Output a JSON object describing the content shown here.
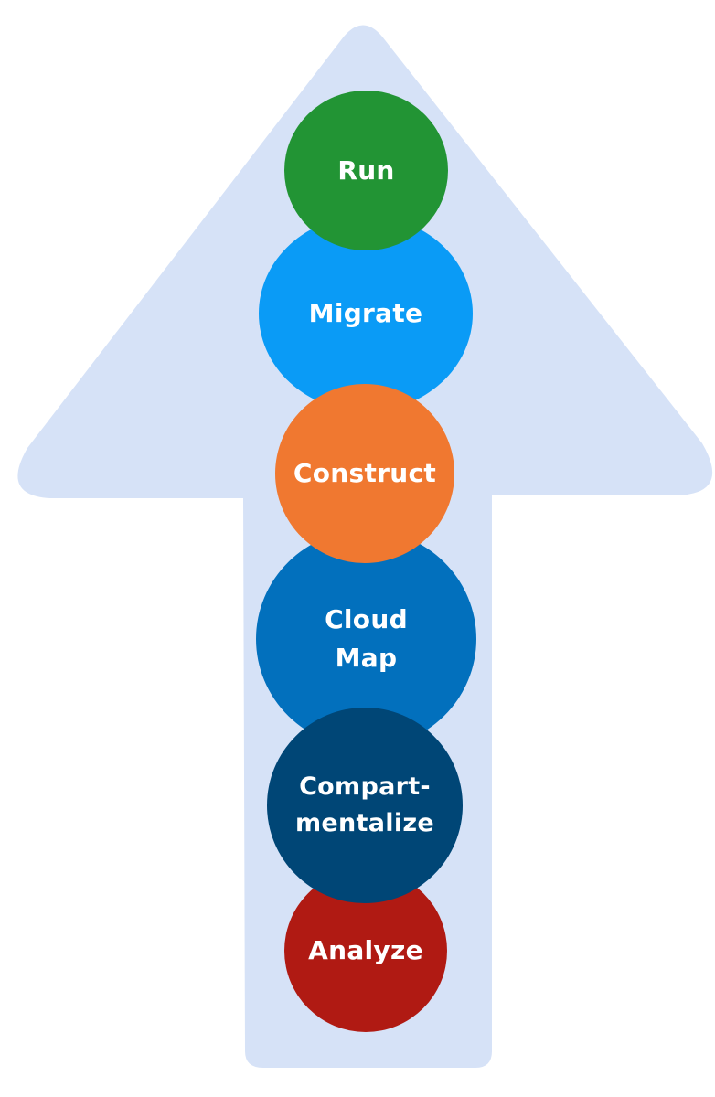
{
  "diagram": {
    "arrow_color": "#d6e2f7",
    "stages": [
      {
        "id": "run",
        "label": "Run",
        "color": "#229434"
      },
      {
        "id": "migrate",
        "label": "Migrate",
        "color": "#0a9bf6"
      },
      {
        "id": "construct",
        "label": "Construct",
        "color": "#f07830"
      },
      {
        "id": "cloud_map",
        "label": "Cloud\nMap",
        "color": "#0270bd"
      },
      {
        "id": "compartmentalize",
        "label": "Compart-\nmentalize",
        "color": "#004676"
      },
      {
        "id": "analyze",
        "label": "Analyze",
        "color": "#b01a13"
      }
    ]
  }
}
